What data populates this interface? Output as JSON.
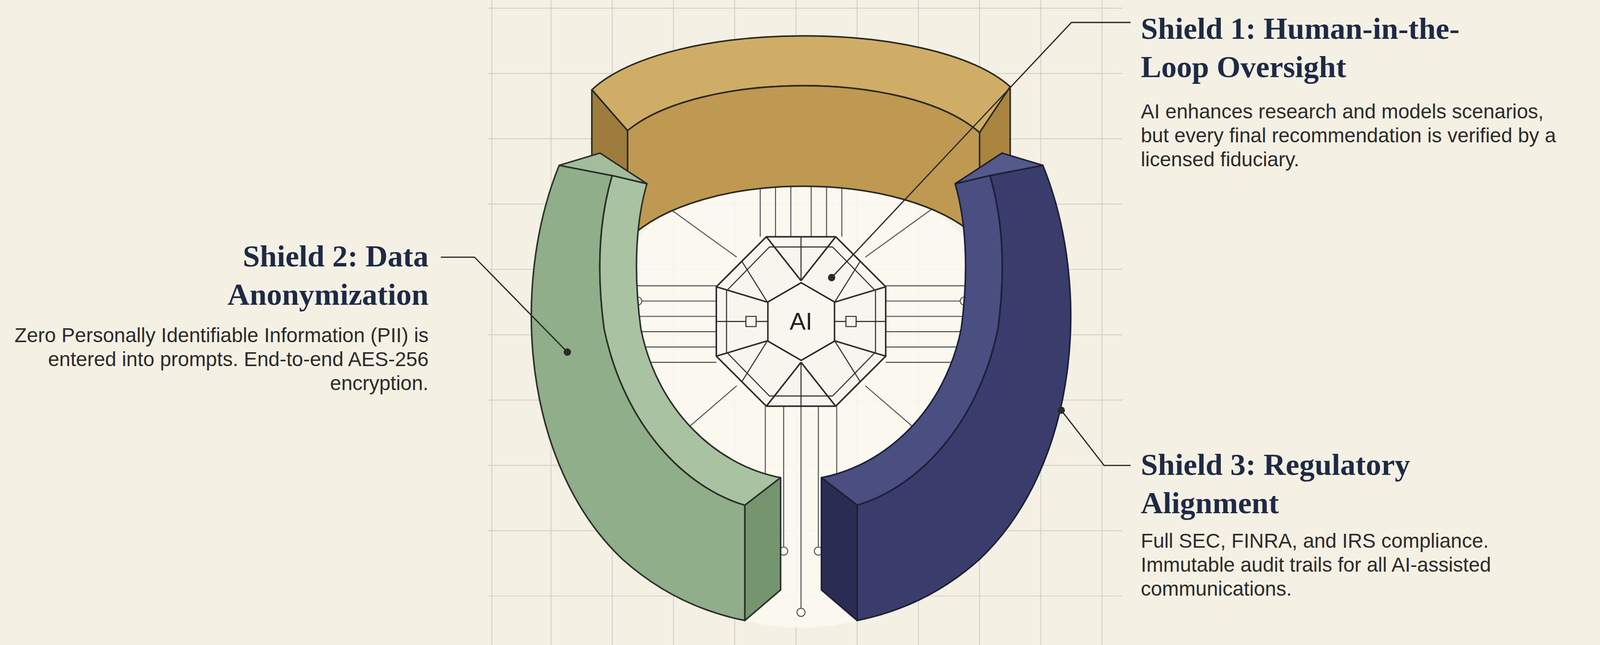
{
  "diagram": {
    "nodes": [
      {
        "text": [
          "Shield 1: Human-in-the-Loop Oversight",
          "AI enhances research and models scenarios, but every final recommendation is verified by a licensed fiduciary."
        ]
      },
      {
        "text": [
          "Shield 2: Data Anonymization",
          "Zero Personally Identifiable Information (PII) is entered into prompts. End-to-end AES-256 encryption."
        ]
      },
      {
        "text": [
          "AI"
        ]
      },
      {
        "text": [
          "Shield 3: Regulatory Alignment",
          "Full SEC, FINRA, and IRS compliance. Immutable audit trails for all AI-assisted communications."
        ]
      }
    ]
  }
}
